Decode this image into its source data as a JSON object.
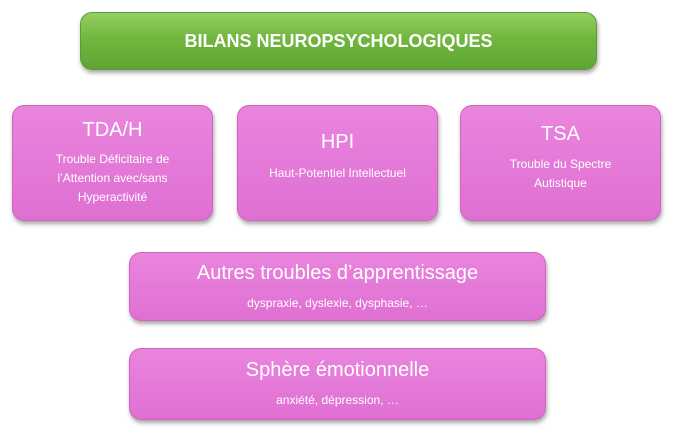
{
  "title": "BILANS NEUROPSYCHOLOGIQUES",
  "boxes": [
    {
      "heading": "TDA/H",
      "lines": [
        "Trouble Déficitaire de",
        "l’Attention avec/sans",
        "Hyperactivité"
      ]
    },
    {
      "heading": "HPI",
      "lines": [
        "Haut-Potentiel Intellectuel"
      ]
    },
    {
      "heading": "TSA",
      "lines": [
        "Trouble du Spectre",
        "Autistique"
      ]
    },
    {
      "heading": "Autres troubles d’apprentissage",
      "lines": [
        "dyspraxie, dyslexie, dysphasie, …"
      ]
    },
    {
      "heading": "Sphère émotionnelle",
      "lines": [
        "anxiété, dépression, …"
      ]
    }
  ],
  "colors": {
    "title_fill": "#71b73f",
    "box_fill": "#e47ad8",
    "text": "#ffffff"
  }
}
